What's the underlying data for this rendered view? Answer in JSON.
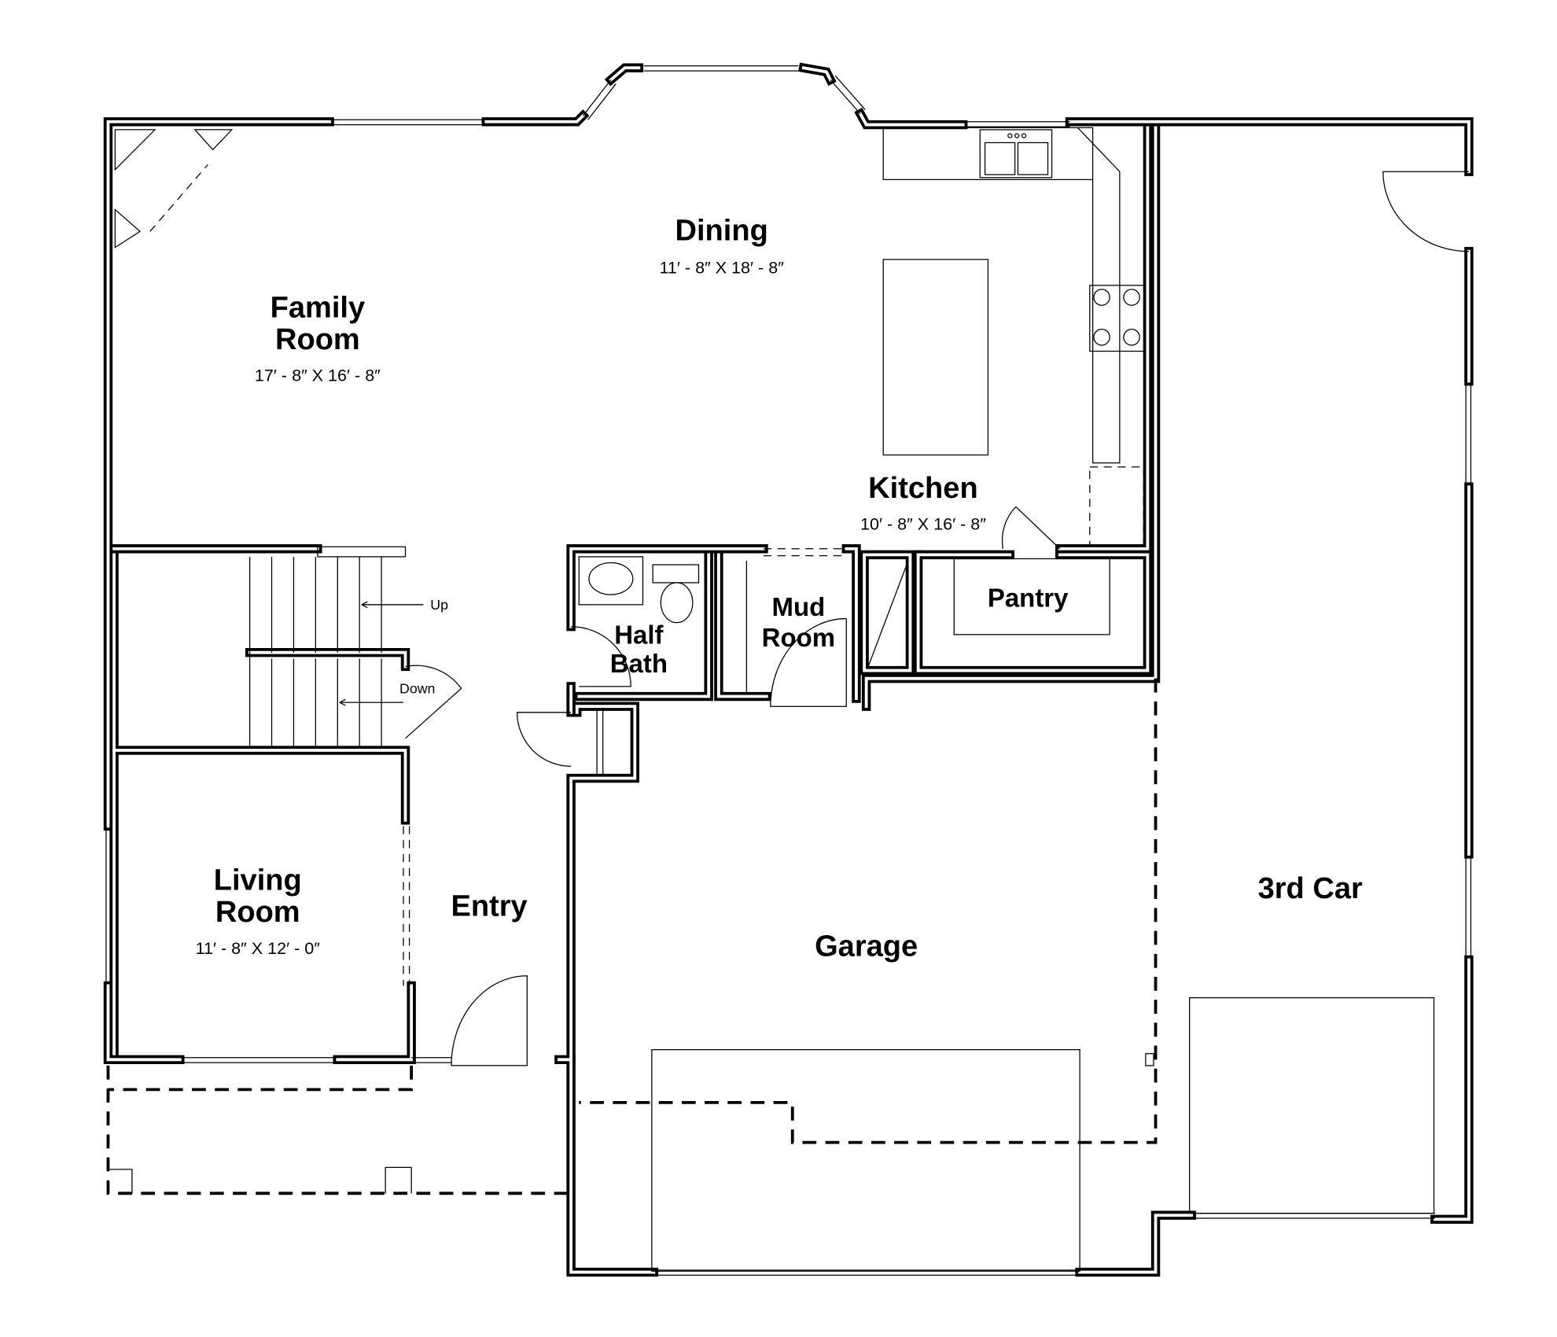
{
  "rooms": {
    "family": {
      "line1": "Family",
      "line2": "Room",
      "dims": "17′ - 8″ X 16′ - 8″"
    },
    "dining": {
      "name": "Dining",
      "dims": "11′ - 8″ X 18′ - 8″"
    },
    "kitchen": {
      "name": "Kitchen",
      "dims": "10′ - 8″ X 16′ - 8″"
    },
    "pantry": {
      "name": "Pantry"
    },
    "mud": {
      "line1": "Mud",
      "line2": "Room"
    },
    "bath": {
      "line1": "Half",
      "line2": "Bath"
    },
    "living": {
      "line1": "Living",
      "line2": "Room",
      "dims": "11′ - 8″ X 12′ - 0″"
    },
    "entry": {
      "name": "Entry"
    },
    "garage": {
      "name": "Garage"
    },
    "third_car": {
      "name": "3rd Car"
    }
  },
  "stairs": {
    "up": "Up",
    "down": "Down"
  }
}
